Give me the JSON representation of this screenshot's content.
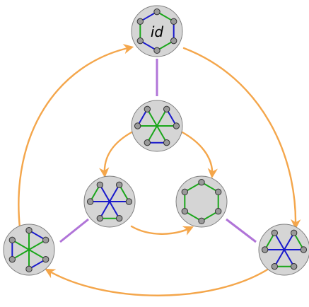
{
  "colors": {
    "arrow": "#f4a64b",
    "connector": "#b074d8",
    "green_edge": "#1aa61a",
    "blue_edge": "#1919cc",
    "disc_fill": "#d5d5d5",
    "disc_stroke": "#808080",
    "vertex_fill": "#9a9a9a"
  },
  "nodes": {
    "top": {
      "label": "id",
      "pattern": "hexagon-alternating"
    },
    "center": {
      "pattern": "three-spokes-three-chords"
    },
    "left_inner": {
      "pattern": "star-six-spokes"
    },
    "right_inner": {
      "pattern": "hexagon-plain"
    },
    "bottom_left": {
      "pattern": "three-spokes-three-chords-rotated"
    },
    "bottom_right": {
      "pattern": "star-six-spokes"
    }
  }
}
